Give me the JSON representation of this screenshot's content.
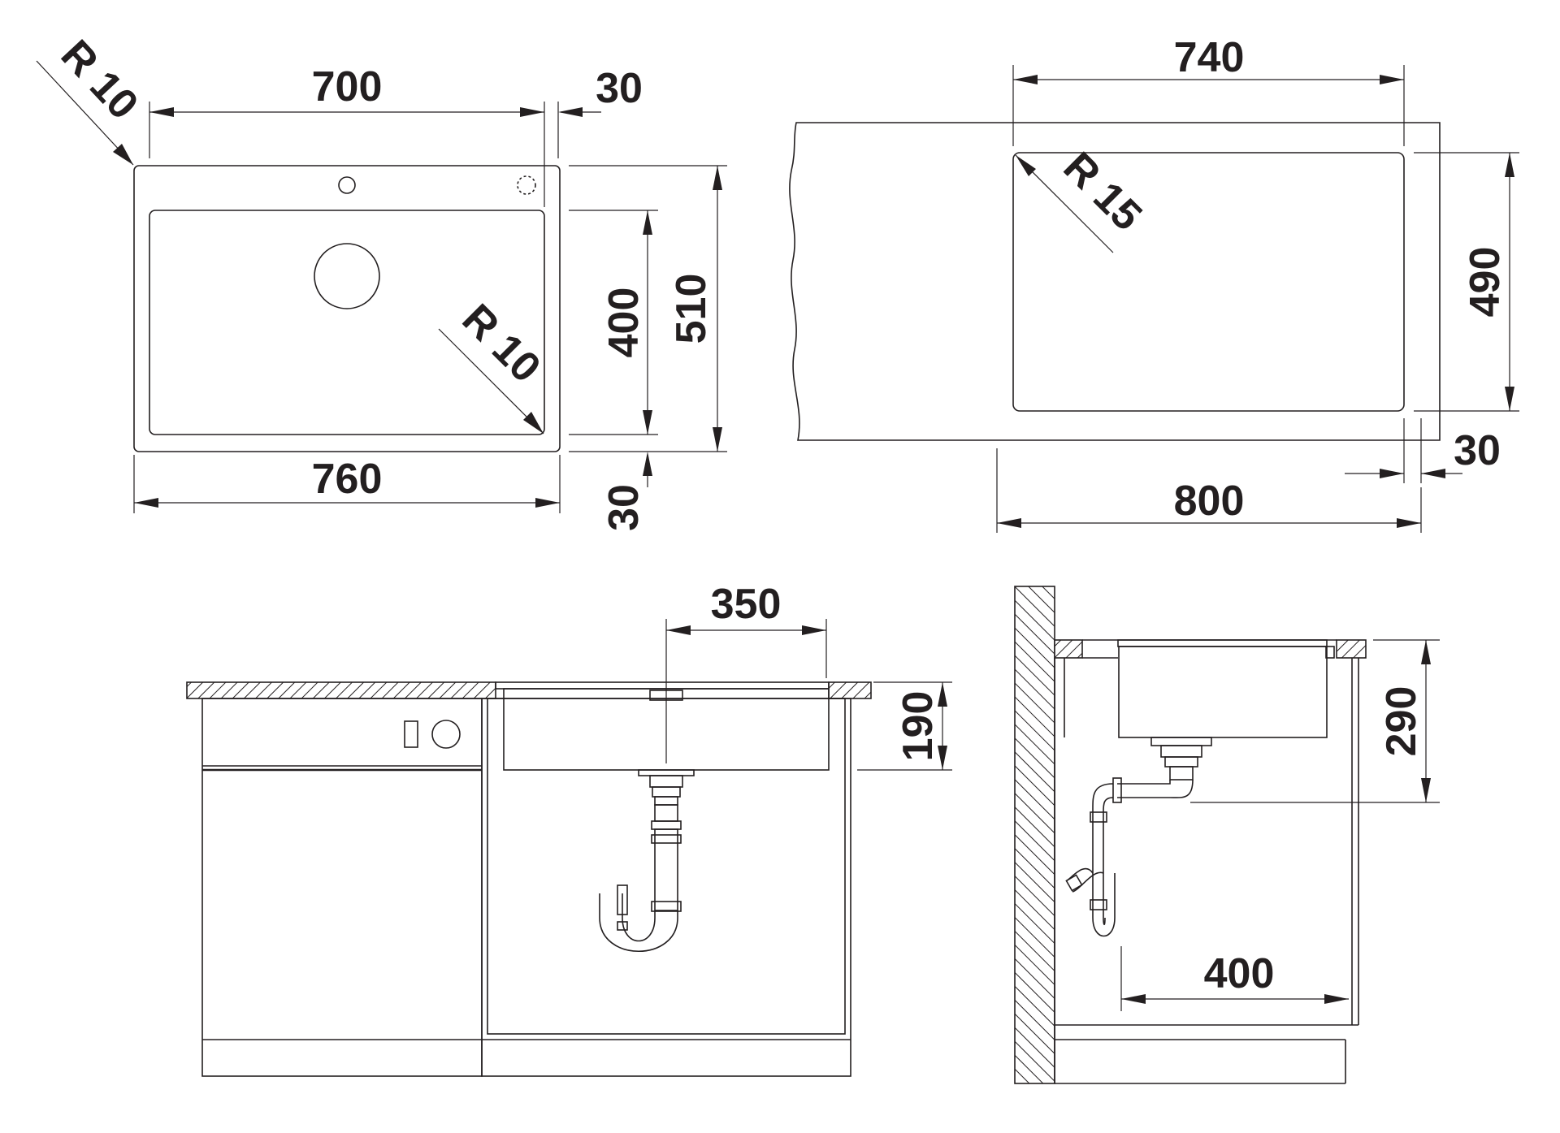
{
  "dimensions": {
    "top_left": {
      "corner_radius_outer": "R 10",
      "inner_width": "700",
      "rim_top": "30",
      "inner_height": "400",
      "outer_height": "510",
      "corner_radius_inner": "R 10",
      "outer_width": "760",
      "rim_bottom": "30"
    },
    "top_right": {
      "cutout_width": "740",
      "corner_radius": "R 15",
      "cutout_height": "490",
      "cabinet_width": "800",
      "rim": "30"
    },
    "bottom_left": {
      "drain_offset": "350",
      "bowl_depth": "190"
    },
    "bottom_right": {
      "bowl_depth": "290",
      "cabinet_depth": "400"
    }
  }
}
